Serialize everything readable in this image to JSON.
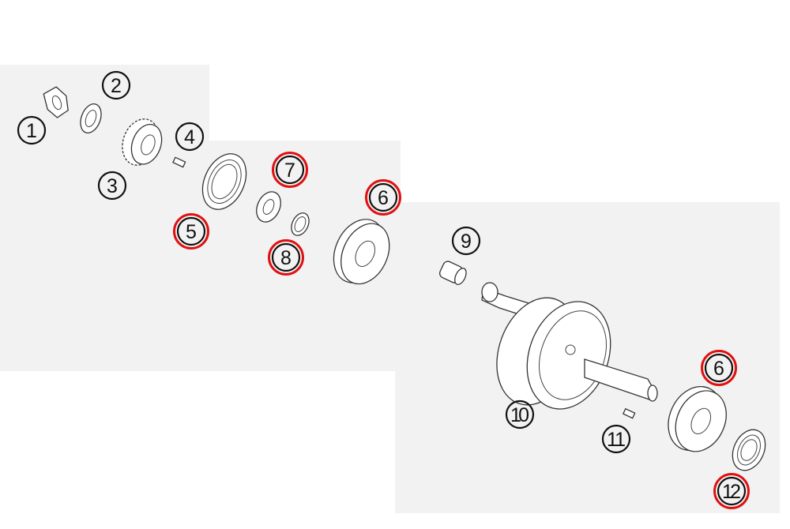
{
  "diagram": {
    "title": "Crankshaft exploded view",
    "colors": {
      "background_panel": "#f2f2f2",
      "highlight": "#e01010",
      "line": "#333333"
    },
    "labels": [
      {
        "id": "1",
        "text": "1",
        "highlighted": false
      },
      {
        "id": "2",
        "text": "2",
        "highlighted": false
      },
      {
        "id": "3",
        "text": "3",
        "highlighted": false
      },
      {
        "id": "4",
        "text": "4",
        "highlighted": false
      },
      {
        "id": "5",
        "text": "5",
        "highlighted": true
      },
      {
        "id": "7",
        "text": "7",
        "highlighted": true
      },
      {
        "id": "6a",
        "text": "6",
        "highlighted": true
      },
      {
        "id": "8",
        "text": "8",
        "highlighted": true
      },
      {
        "id": "9",
        "text": "9",
        "highlighted": false
      },
      {
        "id": "10",
        "text": "10",
        "highlighted": false
      },
      {
        "id": "11",
        "text": "11",
        "highlighted": false
      },
      {
        "id": "6b",
        "text": "6",
        "highlighted": true
      },
      {
        "id": "12",
        "text": "12",
        "highlighted": true
      }
    ]
  }
}
